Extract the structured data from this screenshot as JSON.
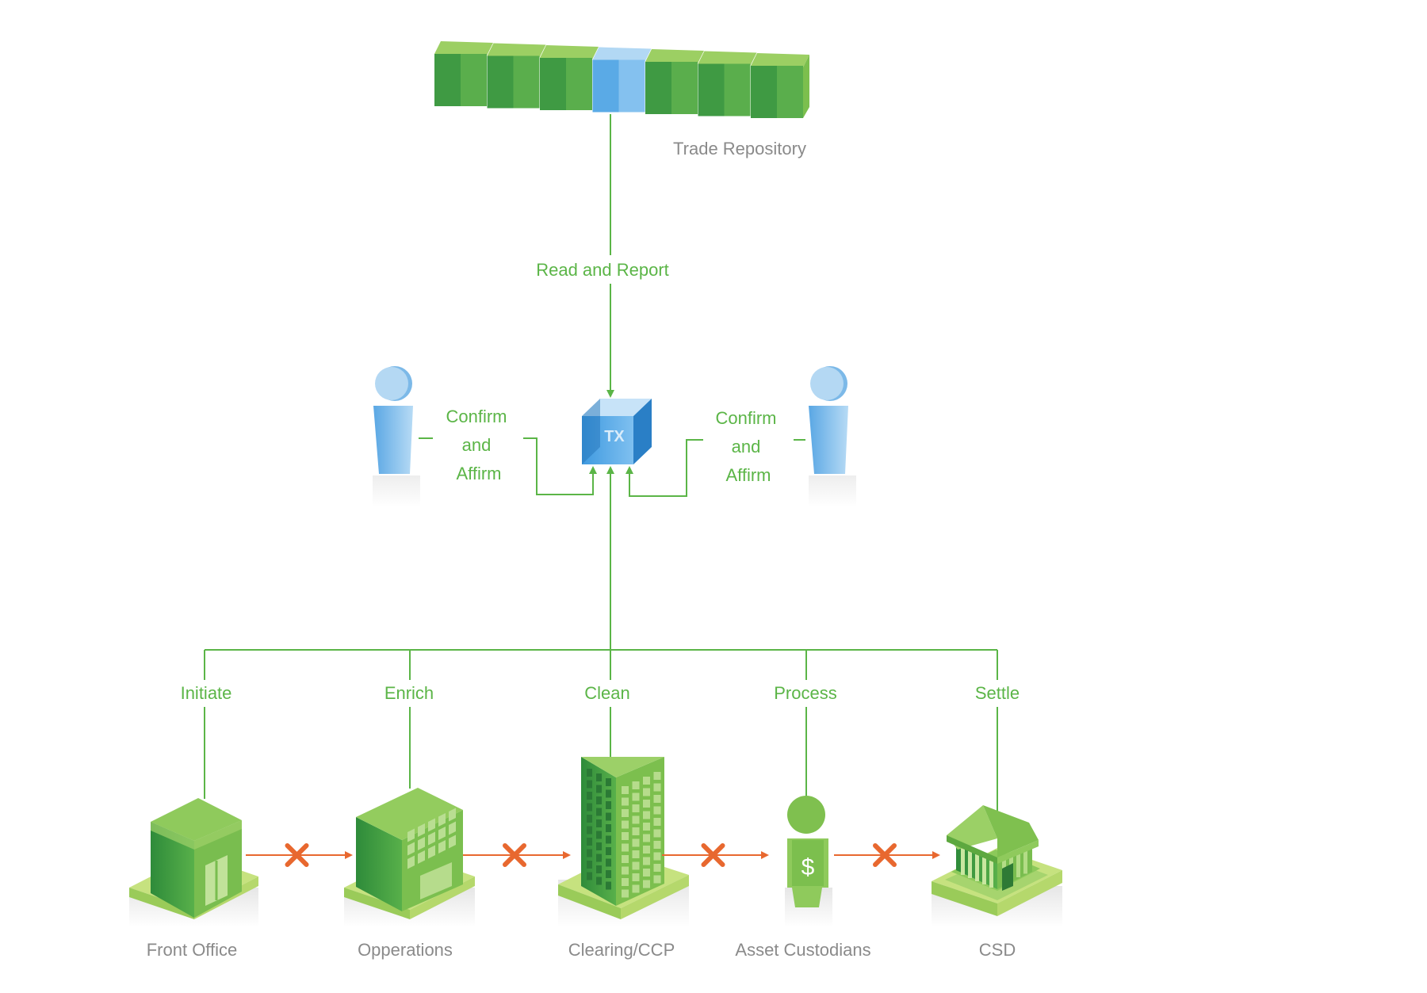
{
  "colors": {
    "accent_green": "#5bb547",
    "label_gray": "#8a8a8a",
    "blocked_orange": "#e8682f",
    "person_blue": "#7cb9e8",
    "cube_blue": "#2f8fd8"
  },
  "repository": {
    "label": "Trade Repository",
    "block_count": 7,
    "highlighted_block_index": 3
  },
  "flows": {
    "read_report": "Read and Report",
    "confirm_left": [
      "Confirm",
      "and",
      "Affirm"
    ],
    "confirm_right": [
      "Confirm",
      "and",
      "Affirm"
    ]
  },
  "transaction": {
    "label": "TX"
  },
  "stages": [
    {
      "action": "Initiate",
      "entity": "Front Office",
      "icon": "small-office-building-icon"
    },
    {
      "action": "Enrich",
      "entity": "Opperations",
      "icon": "office-building-icon"
    },
    {
      "action": "Clean",
      "entity": "Clearing/CCP",
      "icon": "skyscraper-icon"
    },
    {
      "action": "Process",
      "entity": "Asset Custodians",
      "icon": "custodian-person-dollar-icon"
    },
    {
      "action": "Settle",
      "entity": "CSD",
      "icon": "bank-building-icon"
    }
  ],
  "blocked_links": [
    {
      "from": "Front Office",
      "to": "Opperations",
      "marker": "x-icon"
    },
    {
      "from": "Opperations",
      "to": "Clearing/CCP",
      "marker": "x-icon"
    },
    {
      "from": "Clearing/CCP",
      "to": "Asset Custodians",
      "marker": "x-icon"
    },
    {
      "from": "Asset Custodians",
      "to": "CSD",
      "marker": "x-icon"
    }
  ]
}
